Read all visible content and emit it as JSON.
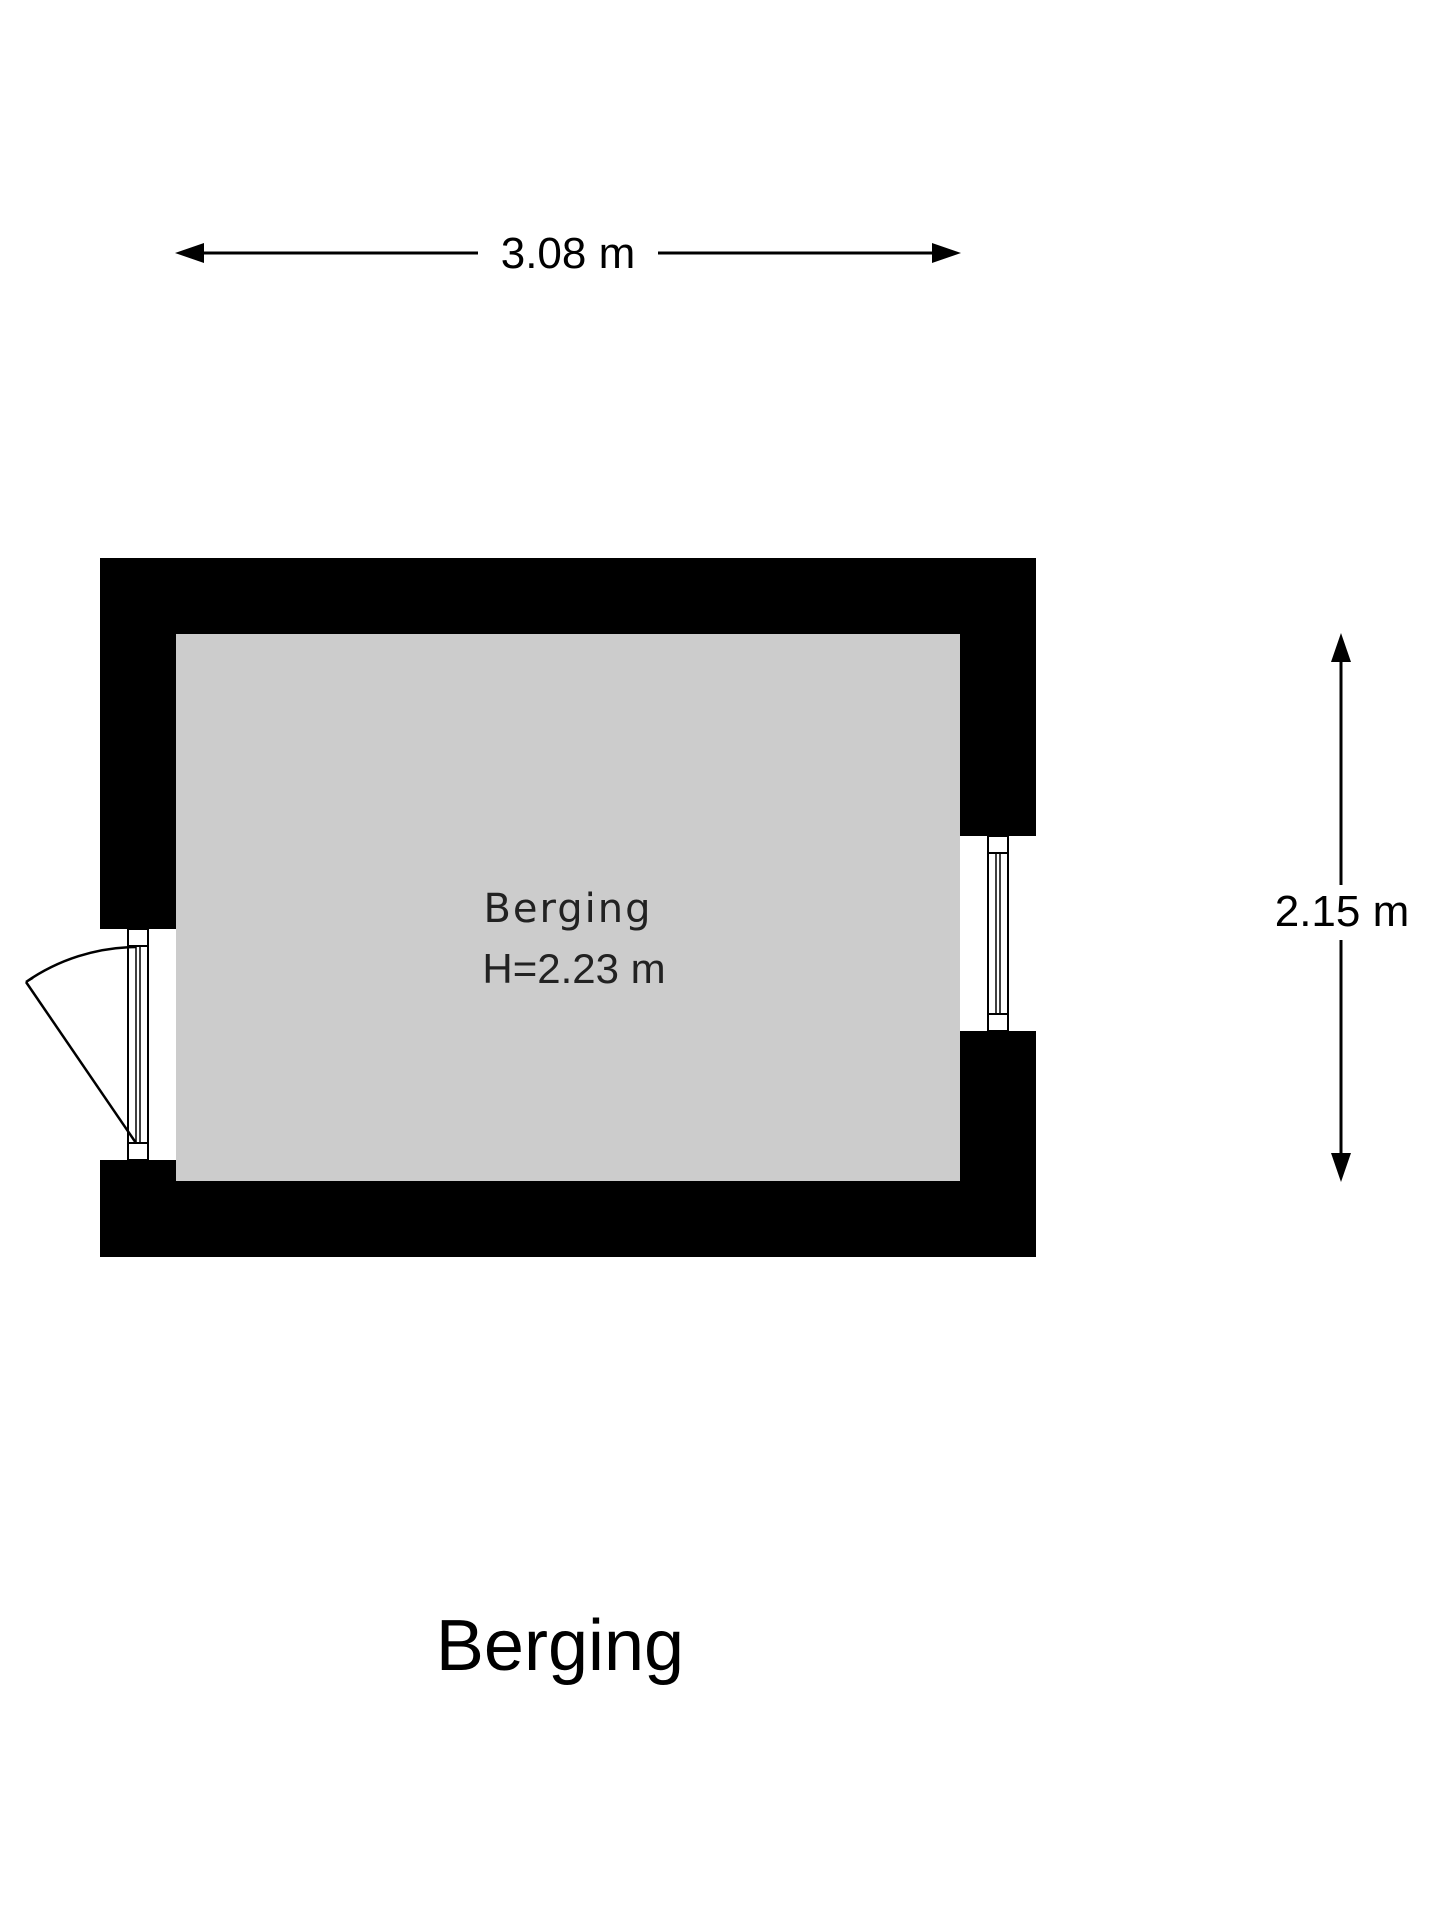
{
  "dimensions": {
    "width_label": "3.08 m",
    "depth_label": "2.15 m"
  },
  "room": {
    "name": "Berging",
    "height": "H=2.23 m"
  },
  "floor_title": "Berging",
  "colors": {
    "wall": "#000000",
    "floor": "#cccccc",
    "background": "#ffffff"
  }
}
